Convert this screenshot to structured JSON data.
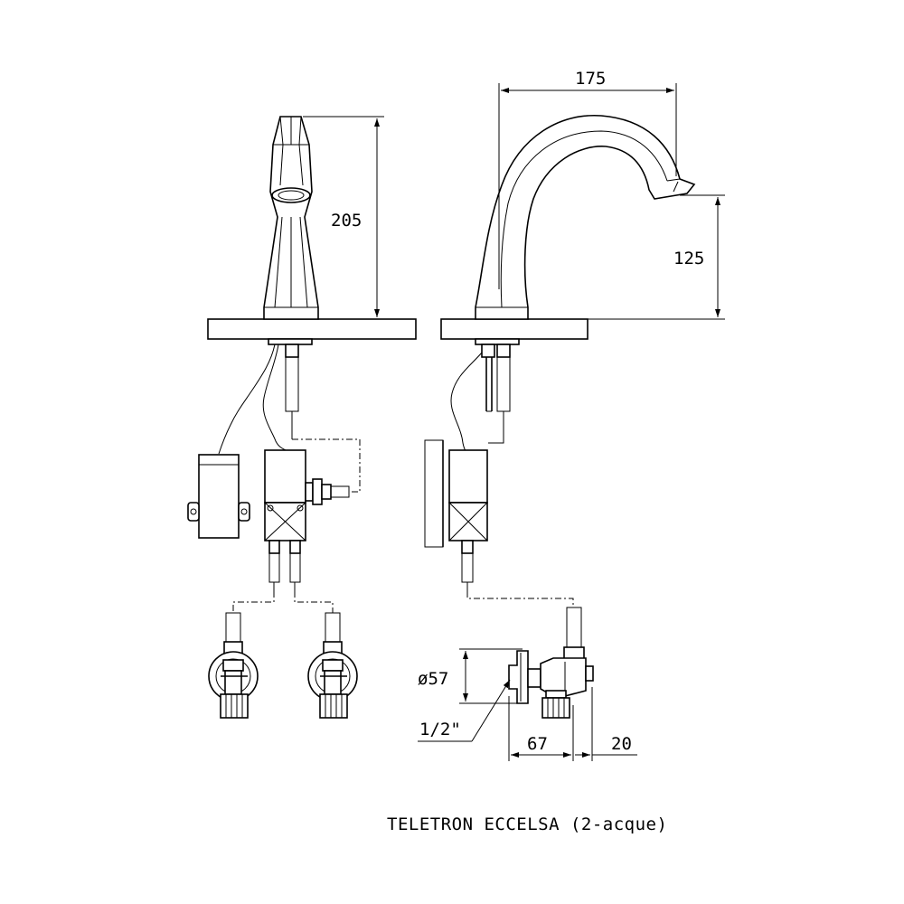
{
  "dimensions": {
    "height_front": "205",
    "width_spout": "175",
    "height_spout": "125",
    "diameter_rosette": "ø57",
    "thread": "1/2\"",
    "depth_valve": "67",
    "depth_cap": "20"
  },
  "caption": "TELETRON ECCELSA (2-acque)"
}
